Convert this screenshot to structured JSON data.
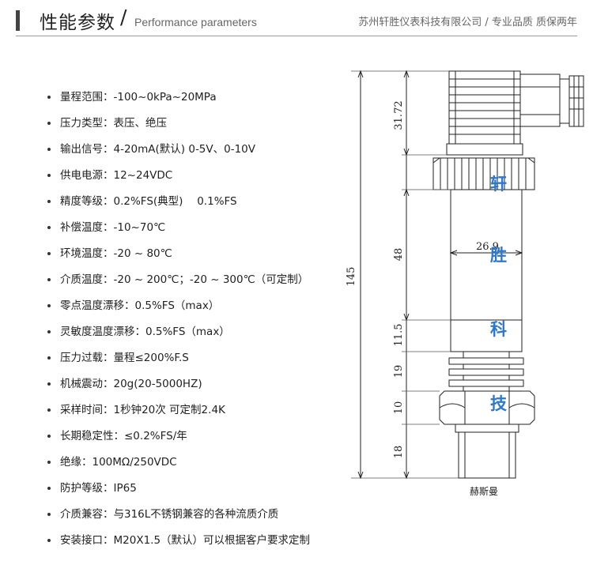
{
  "header": {
    "title_cn": "性能参数",
    "slash": "/",
    "title_en": "Performance parameters",
    "company": "苏州轩胜仪表科技有限公司 / 专业品质 质保两年"
  },
  "specs": [
    "量程范围：-100~0kPa~20MPa",
    "压力类型：表压、绝压",
    "输出信号：4-20mA(默认) 0-5V、0-10V",
    "供电电源：12~24VDC",
    "精度等级：0.2%FS(典型)　 0.1%FS",
    "补偿温度：-10~70℃",
    "环境温度：-20 ~ 80℃",
    "介质温度：-20 ~ 200℃；-20 ~ 300℃（可定制）",
    "零点温度漂移：0.5%FS（max）",
    "灵敏度温度漂移：0.5%FS（max）",
    "压力过载：量程≤200%F.S",
    "机械震动：20g(20-5000HZ)",
    "采样时间：1秒钟20次 可定制2.4K",
    "长期稳定性：≤0.2%FS/年",
    "绝缘：100MΩ/250VDC",
    "防护等级：IP65",
    "介质兼容：与316L不锈钢兼容的各种流质介质",
    "安装接口：M20X1.5（默认）可以根据客户要求定制"
  ],
  "drawing": {
    "dim_total": "145",
    "dim_top": "31.72",
    "dim_body": "48",
    "dim_diameter": "26.9",
    "dim_neck": "11.5",
    "dim_fins": "19",
    "dim_hex": "10",
    "dim_thread": "18",
    "watermark": [
      "轩",
      "胜",
      "科",
      "技"
    ],
    "caption": "赫斯曼"
  }
}
